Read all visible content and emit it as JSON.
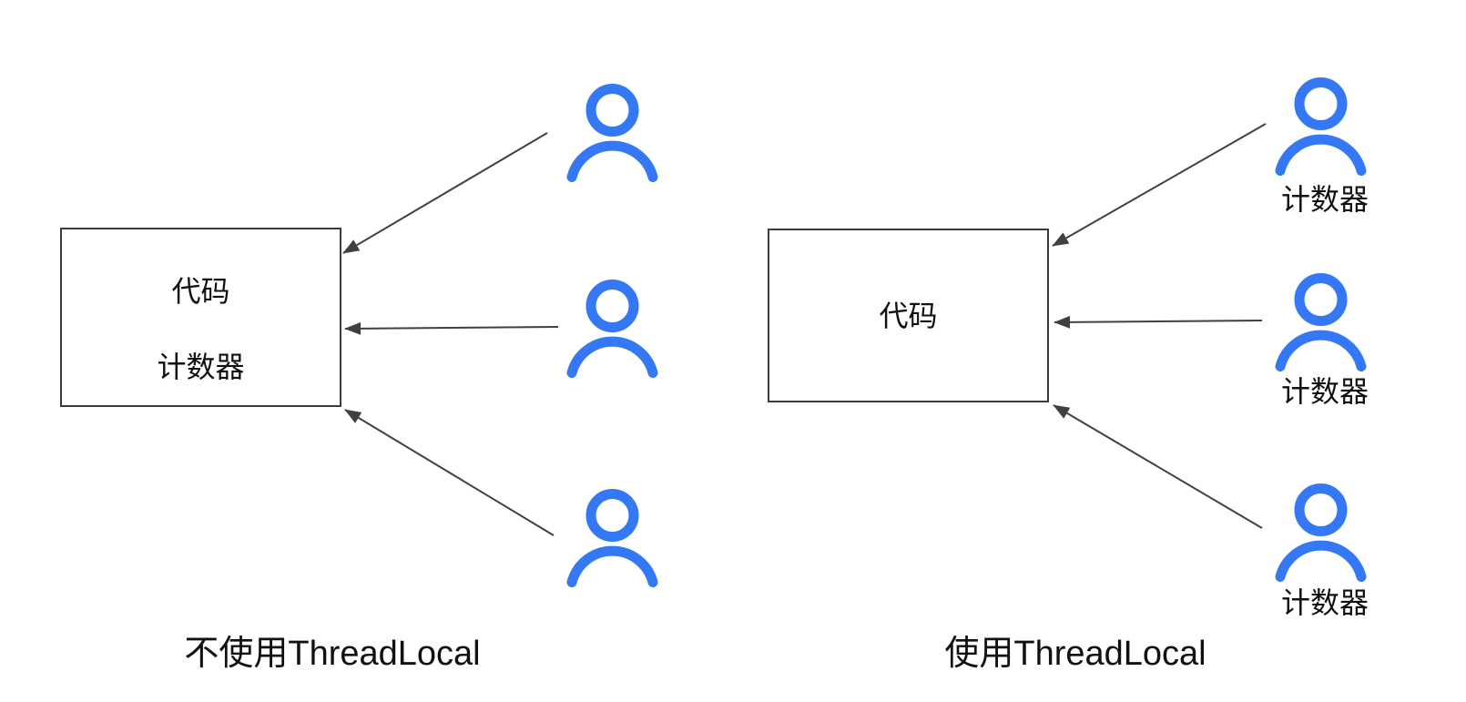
{
  "diagram": {
    "type": "comparison-diagram",
    "background": "#FFFFFF",
    "colors": {
      "person_icon": "#3478F6",
      "arrow_line": "#404040",
      "box_border": "#3B3B3B",
      "text": "#111111"
    },
    "left_panel": {
      "caption": "不使用ThreadLocal",
      "box": {
        "line1": "代码",
        "line2": "计数器"
      },
      "threads": [
        {
          "icon": "user-icon"
        },
        {
          "icon": "user-icon"
        },
        {
          "icon": "user-icon"
        }
      ],
      "arrow_count": 3,
      "arrow_direction": "from each user to shared code box"
    },
    "right_panel": {
      "caption": "使用ThreadLocal",
      "box": {
        "line1": "代码"
      },
      "threads": [
        {
          "icon": "user-icon",
          "label": "计数器"
        },
        {
          "icon": "user-icon",
          "label": "计数器"
        },
        {
          "icon": "user-icon",
          "label": "计数器"
        }
      ],
      "arrow_count": 3,
      "arrow_direction": "from each user (with own counter) to code box"
    }
  }
}
